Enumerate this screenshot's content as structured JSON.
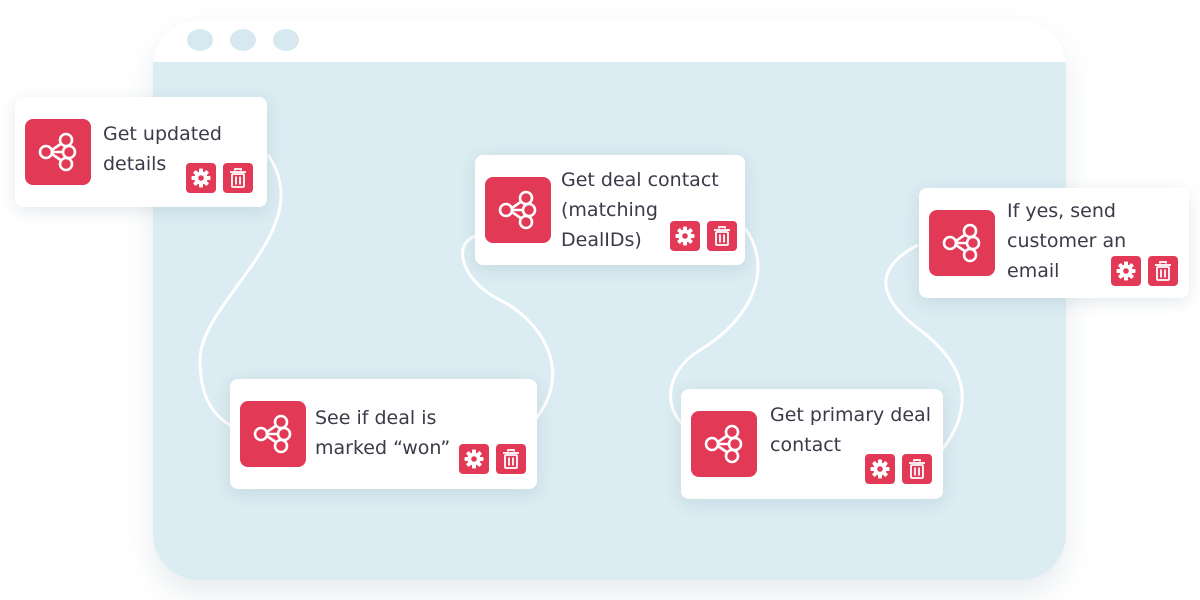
{
  "colors": {
    "accent": "#e23a56",
    "canvas": "#dbecf2",
    "card": "#ffffff",
    "text": "#3a3a48"
  },
  "steps": [
    {
      "label": "Get updated\ndetails",
      "icon": "share-network-icon",
      "actions": [
        "gear-icon",
        "trash-icon"
      ]
    },
    {
      "label": "See if deal is\nmarked “won”",
      "icon": "share-network-icon",
      "actions": [
        "gear-icon",
        "trash-icon"
      ]
    },
    {
      "label": "Get deal contact\n(matching\nDealIDs)",
      "icon": "share-network-icon",
      "actions": [
        "gear-icon",
        "trash-icon"
      ]
    },
    {
      "label": "Get primary deal\ncontact",
      "icon": "share-network-icon",
      "actions": [
        "gear-icon",
        "trash-icon"
      ]
    },
    {
      "label": "If yes, send\ncustomer an\nemail",
      "icon": "share-network-icon",
      "actions": [
        "gear-icon",
        "trash-icon"
      ]
    }
  ]
}
